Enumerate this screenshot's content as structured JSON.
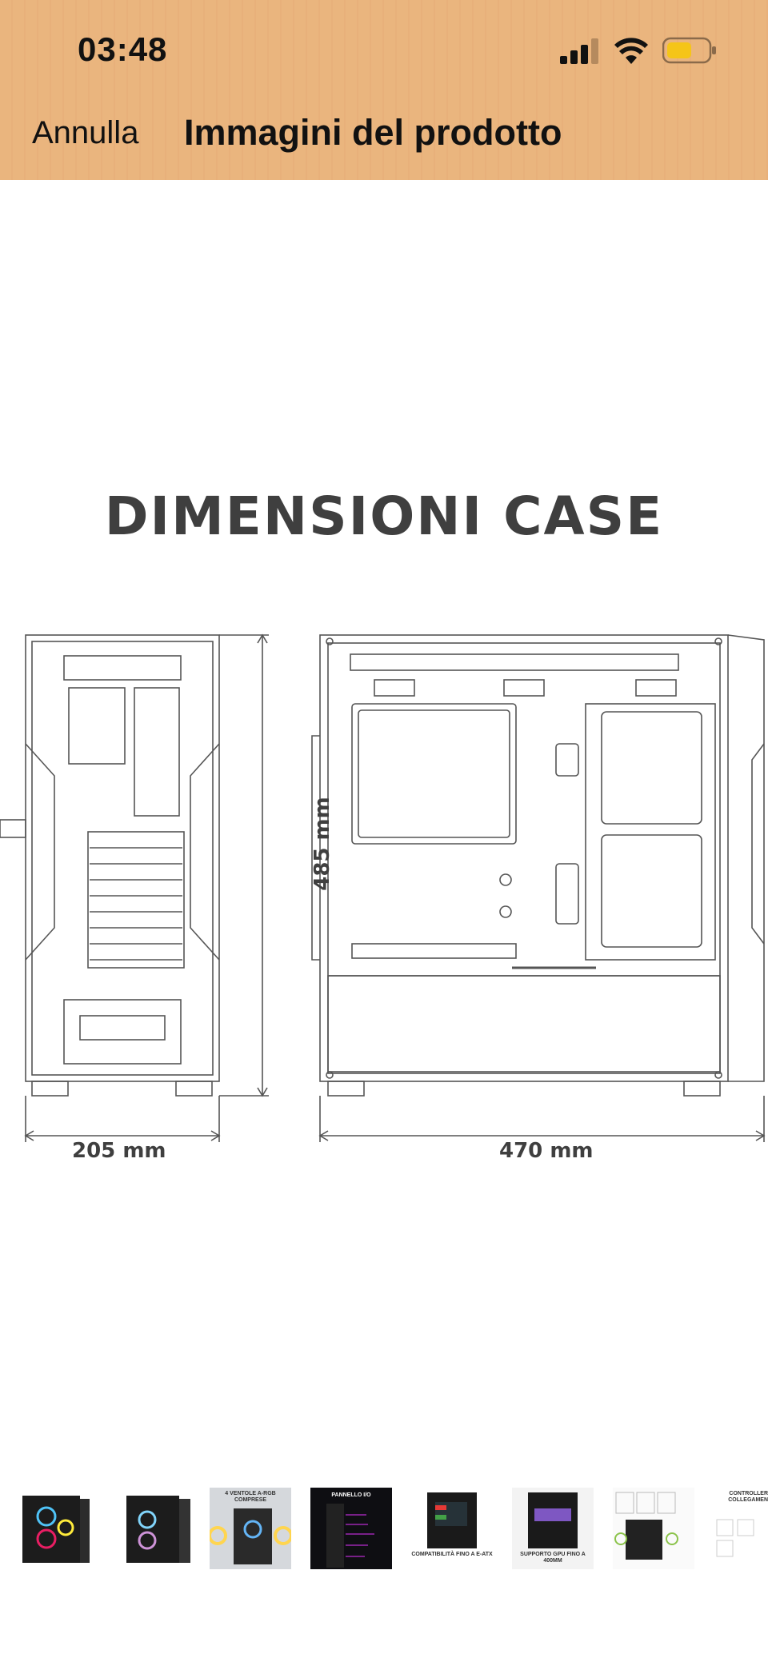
{
  "status_bar": {
    "time": "03:48",
    "icons": [
      "signal-icon",
      "wifi-icon",
      "battery-icon"
    ],
    "battery_color": "#f5c518"
  },
  "header": {
    "background_color": "#eab57e",
    "cancel_label": "Annulla",
    "title": "Immagini del prodotto"
  },
  "product_image": {
    "title": "DIMENSIONI CASE",
    "width_label": "205 mm",
    "height_label": "485 mm",
    "depth_label": "470 mm"
  },
  "thumbnails": [
    {
      "caption": "",
      "theme": "dark-case"
    },
    {
      "caption": "",
      "theme": "dark-case"
    },
    {
      "caption": "4 VENTOLE A-RGB COMPRESE",
      "theme": "grey-case"
    },
    {
      "caption": "PANNELLO I/O",
      "theme": "io-panel"
    },
    {
      "caption": "COMPATIBILITÀ FINO A E-ATX",
      "theme": "compat"
    },
    {
      "caption": "SUPPORTO GPU FINO A 400MM",
      "theme": "gpu"
    },
    {
      "caption": "",
      "theme": "parts"
    },
    {
      "caption": "CONTROLLER COLLEGAMEN",
      "theme": "controller"
    }
  ]
}
